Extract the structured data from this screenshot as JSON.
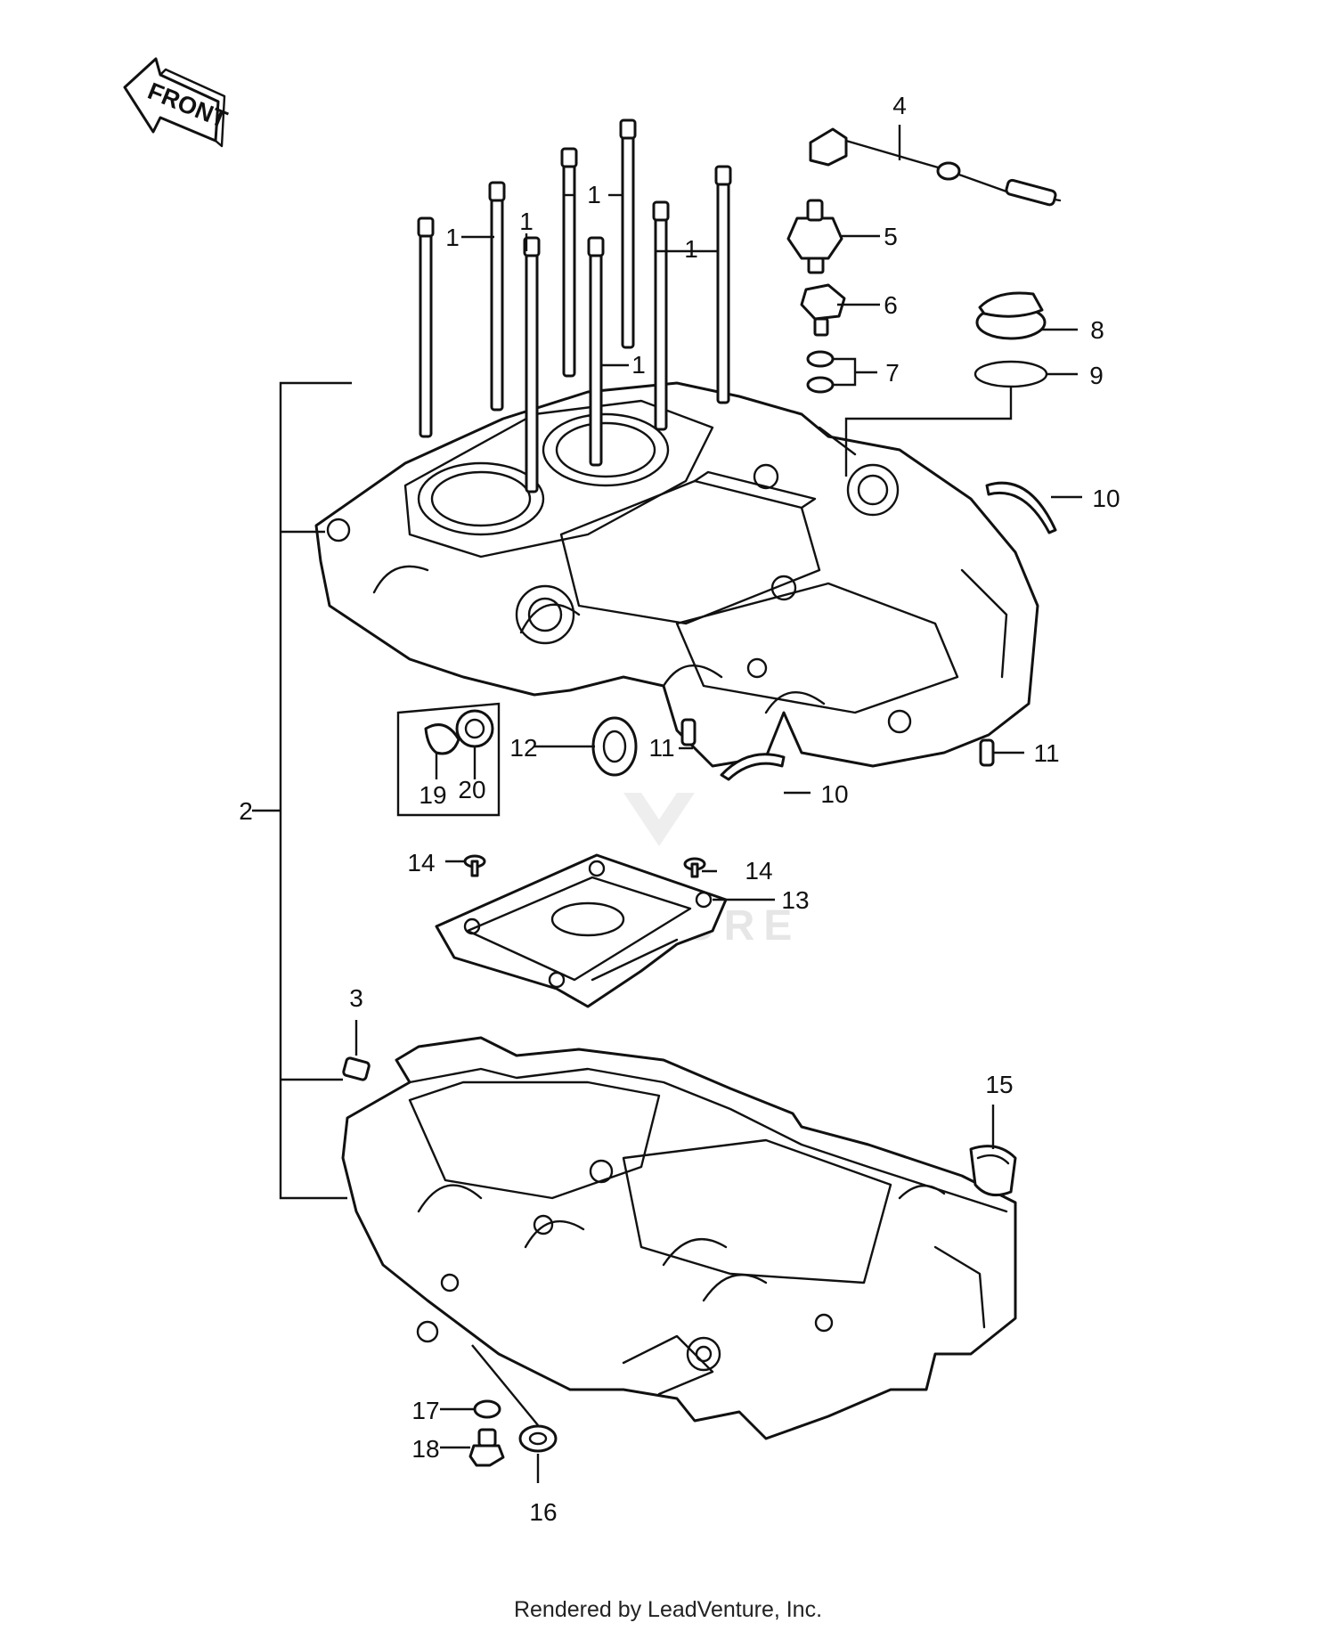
{
  "front_arrow": {
    "label": "FRONT"
  },
  "callouts": [
    {
      "number": "1"
    },
    {
      "number": "1"
    },
    {
      "number": "1"
    },
    {
      "number": "1"
    },
    {
      "number": "1"
    },
    {
      "number": "2"
    },
    {
      "number": "3"
    },
    {
      "number": "4"
    },
    {
      "number": "5"
    },
    {
      "number": "6"
    },
    {
      "number": "7"
    },
    {
      "number": "8"
    },
    {
      "number": "9"
    },
    {
      "number": "10"
    },
    {
      "number": "10"
    },
    {
      "number": "11"
    },
    {
      "number": "11"
    },
    {
      "number": "12"
    },
    {
      "number": "13"
    },
    {
      "number": "14"
    },
    {
      "number": "14"
    },
    {
      "number": "15"
    },
    {
      "number": "16"
    },
    {
      "number": "17"
    },
    {
      "number": "18"
    },
    {
      "number": "19"
    },
    {
      "number": "20"
    }
  ],
  "watermark": {
    "text": "VENTURE"
  },
  "footer": {
    "text": "Rendered by LeadVenture, Inc."
  }
}
